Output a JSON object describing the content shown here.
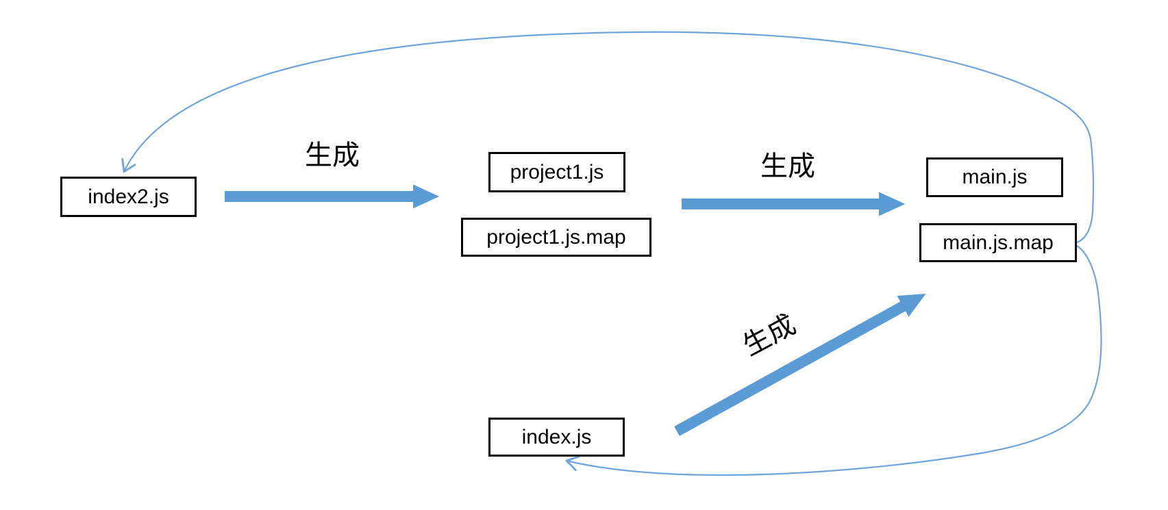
{
  "diagram": {
    "nodes": [
      {
        "id": "index2",
        "label": "index2.js"
      },
      {
        "id": "project1",
        "label": "project1.js"
      },
      {
        "id": "project1map",
        "label": "project1.js.map"
      },
      {
        "id": "main",
        "label": "main.js"
      },
      {
        "id": "mainmap",
        "label": "main.js.map"
      },
      {
        "id": "index",
        "label": "index.js"
      }
    ],
    "edge_labels": [
      {
        "label": "生成"
      },
      {
        "label": "生成"
      },
      {
        "label": "生成"
      }
    ],
    "colors": {
      "arrow_blue": "#5B9BD5",
      "curve_blue": "#6FA3DC",
      "box_border": "#000000",
      "text": "#000000",
      "background": "#FFFFFF"
    }
  }
}
